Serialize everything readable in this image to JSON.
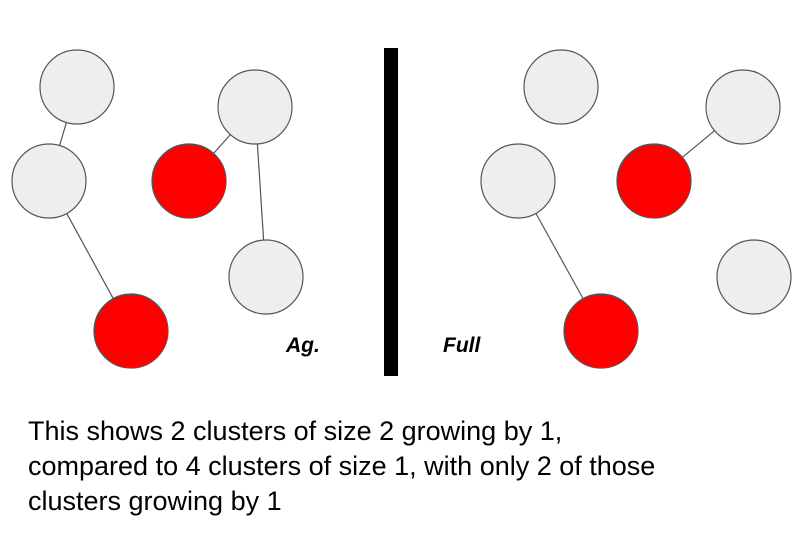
{
  "colors": {
    "normal_node": "#eeeeee",
    "infected_node": "#ff0000",
    "divider": "#000000"
  },
  "panels": [
    {
      "label": "Ag."
    },
    {
      "label": "Full"
    }
  ],
  "caption": [
    "This shows 2 clusters of size 2 growing by 1,",
    "compared to 4 clusters of size 1, with only 2 of those",
    "clusters growing by 1"
  ]
}
